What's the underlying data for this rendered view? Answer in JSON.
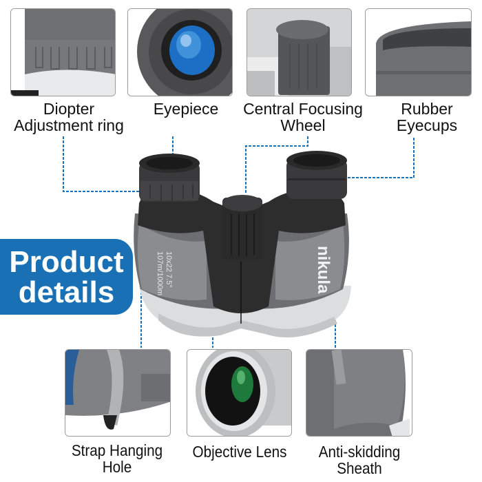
{
  "badge": {
    "line1": "Product",
    "line2": "details",
    "color": "#1a70b5"
  },
  "top_features": [
    {
      "label_line1": "Diopter",
      "label_line2": "Adjustment ring",
      "icon": "diopter-ring"
    },
    {
      "label_line1": "Eyepiece",
      "label_line2": "",
      "icon": "eyepiece"
    },
    {
      "label_line1": "Central Focusing",
      "label_line2": "Wheel",
      "icon": "focus-wheel"
    },
    {
      "label_line1": "Rubber",
      "label_line2": "Eyecups",
      "icon": "eyecup"
    }
  ],
  "bottom_features": [
    {
      "label_line1": "Strap Hanging",
      "label_line2": "Hole",
      "icon": "strap-hole"
    },
    {
      "label_line1": "Objective Lens",
      "label_line2": "",
      "icon": "objective-lens"
    },
    {
      "label_line1": "Anti-skidding",
      "label_line2": "Sheath",
      "icon": "sheath"
    }
  ],
  "product": {
    "brand": "nikula",
    "spec_line1": "10x22 7.5°",
    "spec_line2": "107m/1000m"
  },
  "colors": {
    "leader": "#1a72b8",
    "body_dark": "#2b2b2b",
    "body_grey": "#6d6f72",
    "silver": "#d8d9db"
  }
}
